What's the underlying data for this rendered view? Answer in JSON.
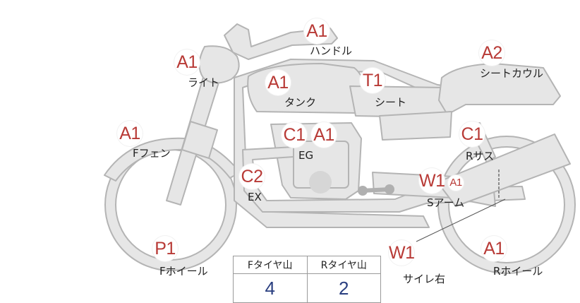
{
  "badges": {
    "handle": "A1",
    "light": "A1",
    "tank": "A1",
    "seat": "T1",
    "seat_cowl": "A2",
    "front_fender": "A1",
    "engine_c": "C1",
    "engine_a": "A1",
    "rear_suspension": "C1",
    "exhaust": "C2",
    "swingarm_w": "W1",
    "swingarm_a": "A1",
    "front_wheel": "P1",
    "side_right": "W1",
    "rear_wheel": "A1"
  },
  "labels": {
    "handle": "ハンドル",
    "light": "ライト",
    "tank": "タンク",
    "seat": "シート",
    "seat_cowl": "シートカウル",
    "front_fender": "Fフェン",
    "engine": "EG",
    "rear_suspension": "Rサス",
    "exhaust": "EX",
    "swingarm": "Sアーム",
    "front_wheel": "Fホイール",
    "side_right": "サイレ右",
    "rear_wheel": "Rホイール"
  },
  "tread": {
    "front_label": "Fタイヤ山",
    "rear_label": "Rタイヤ山",
    "front_value": "4",
    "rear_value": "2"
  },
  "colors": {
    "badge_text": "#b83a36",
    "tread_value": "#2a3f80",
    "bike_fill": "#e6e6e6",
    "bike_stroke": "#b4b4b4"
  }
}
